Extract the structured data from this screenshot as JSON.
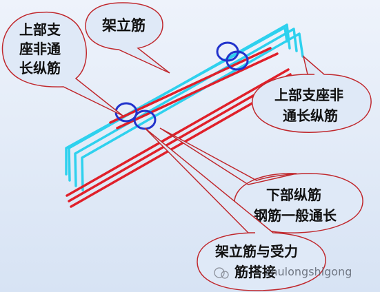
{
  "labels": {
    "top_left_line1": "上部支",
    "top_left_line2": "座非通",
    "top_left_line3": "长纵筋",
    "top_center": "架立筋",
    "right_line1": "上部支座非",
    "right_line2": "通长纵筋",
    "bottom_right_line1": "下部纵筋",
    "bottom_right_line2": "钢筋一般通长",
    "bottom_center_line1": "架立筋与受力",
    "bottom_center_line2": "筋搭接"
  },
  "watermark": {
    "text": "zhulongshigong"
  },
  "colors": {
    "background_gradient_start": "#eef3fb",
    "background_gradient_end": "#d7e3f4",
    "bubble_fill": "#dfe9f7",
    "bubble_stroke": "#c0282d",
    "rebar_red": "#e0202a",
    "rebar_cyan": "#2ed1ee",
    "marker_blue": "#2233cc"
  }
}
